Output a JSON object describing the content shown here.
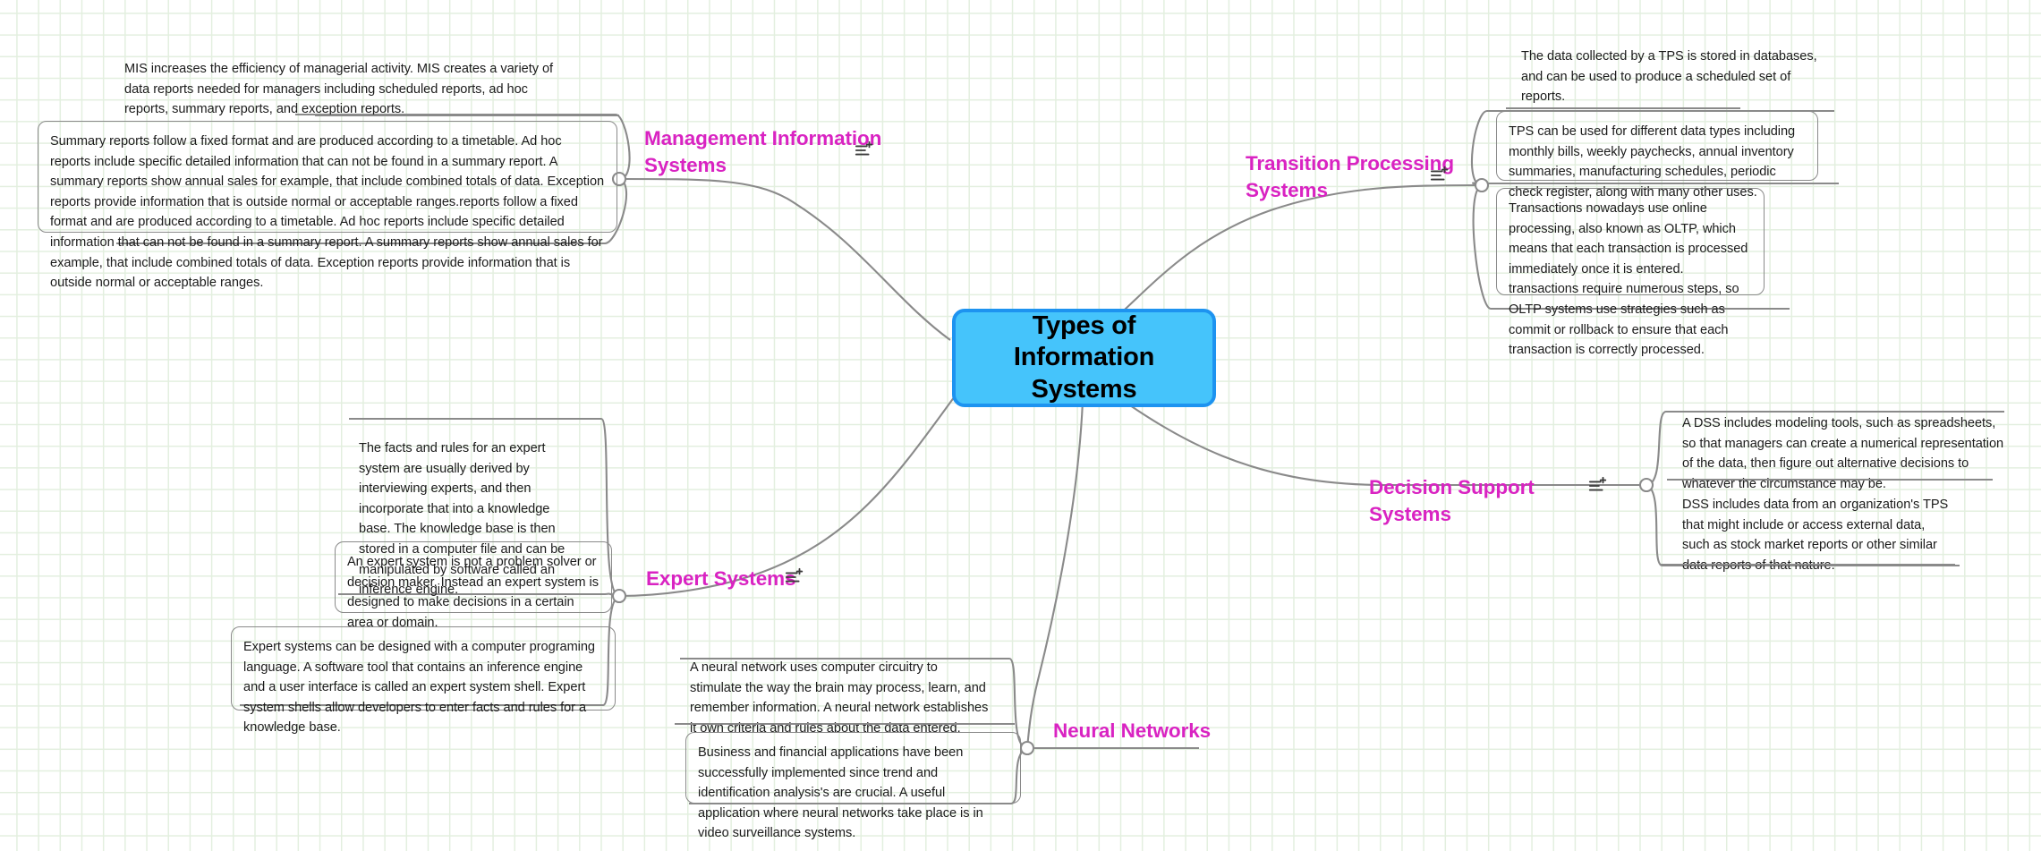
{
  "document": {
    "type": "mind-map",
    "central_topic": "Types of Information Systems",
    "accent_color": "#d923c2",
    "central_fill": "#45c4fb",
    "central_border": "#1d93f0",
    "connector_color": "#8a8a8a",
    "grid_color": "#e3efdf"
  },
  "branches": {
    "mis": {
      "label": "Management Information\nSystems",
      "icon": "note-add-icon",
      "notes": {
        "n1": "MIS increases the efficiency of managerial activity. MIS creates a variety of data reports needed for managers including scheduled reports, ad hoc reports, summary reports, and exception reports.",
        "n2": "Summary reports follow a fixed format and are produced according to a timetable.  Ad hoc reports include specific detailed information that can not be found in a summary report. A summary reports show annual sales for example, that include combined totals of data. Exception reports provide information that is outside normal or acceptable ranges.reports follow a fixed format and are produced according to a timetable.  Ad hoc reports include specific detailed information that can not be found in a summary report. A summary reports show annual sales for example, that include combined totals of data. Exception reports provide information that is outside normal or acceptable ranges."
      }
    },
    "tps": {
      "label": "Transition Processing\nSystems",
      "icon": "note-add-icon",
      "notes": {
        "n1": "The data collected by a TPS is stored in databases, and can be used to produce a scheduled set of reports.",
        "n2": "TPS can be used for different data types including monthly bills, weekly paychecks, annual inventory summaries, manufacturing schedules, periodic check register, along with many other uses.",
        "n3": "Transactions nowadays use online processing, also known as OLTP, which means that each transaction is processed immediately once it is entered.  transactions require numerous steps, so OLTP systems use strategies such as commit or rollback to ensure that each transaction is correctly processed."
      }
    },
    "dss": {
      "label": "Decision Support Systems",
      "icon": "note-add-icon",
      "notes": {
        "n1": "A DSS includes modeling tools, such as spreadsheets, so that managers can create a numerical representation of the data, then figure out alternative decisions to whatever the circumstance may be.",
        "n2": "DSS includes data from an organization's TPS that might include or access external data, such as stock market reports or other similar data reports of that nature."
      }
    },
    "expert": {
      "label": "Expert Systems",
      "icon": "note-add-icon",
      "notes": {
        "n1": "The facts and rules for an expert system are usually derived by interviewing experts, and then incorporate that into a knowledge base. The knowledge base is then stored in a computer file and can be manipulated by software called an inference engine.",
        "n2": "An expert system is not a problem solver or decision maker.  Instead an expert system is designed to make decisions in a certain area or domain.",
        "n3": "Expert systems can be designed with a computer programing language.  A software tool that contains an inference engine and a user interface is called an expert system shell.  Expert system shells allow developers to enter facts and rules for a knowledge base."
      }
    },
    "neural": {
      "label": "Neural Networks",
      "notes": {
        "n1": "A neural network uses computer circuitry to stimulate the way the brain may process, learn, and remember information. A neural network establishes it own criteria and rules about the data entered.",
        "n2": "Business and financial applications have been successfully implemented since trend and identification analysis's are crucial.  A useful application where neural networks take place is in video surveillance systems."
      }
    }
  }
}
